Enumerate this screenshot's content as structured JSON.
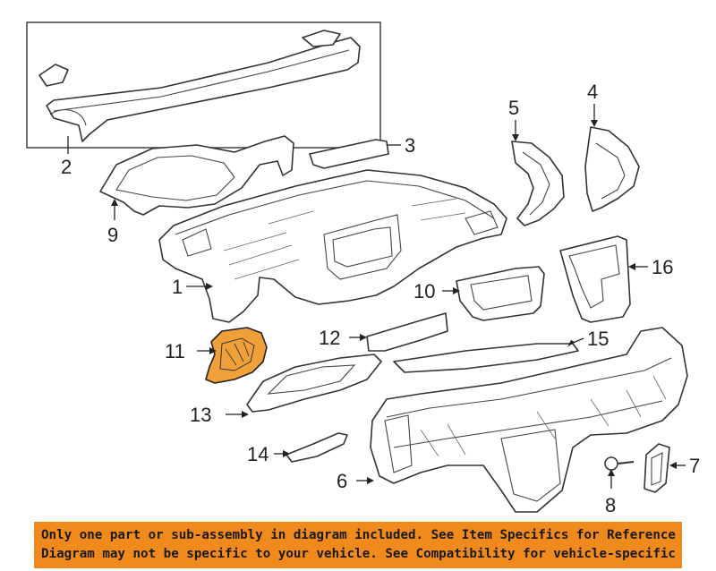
{
  "diagram": {
    "highlight_color": "#f0a038",
    "callouts": [
      {
        "id": "1",
        "label": "1"
      },
      {
        "id": "2",
        "label": "2"
      },
      {
        "id": "3",
        "label": "3"
      },
      {
        "id": "4",
        "label": "4"
      },
      {
        "id": "5",
        "label": "5"
      },
      {
        "id": "6",
        "label": "6"
      },
      {
        "id": "7",
        "label": "7"
      },
      {
        "id": "8",
        "label": "8"
      },
      {
        "id": "9",
        "label": "9"
      },
      {
        "id": "10",
        "label": "10"
      },
      {
        "id": "11",
        "label": "11"
      },
      {
        "id": "12",
        "label": "12"
      },
      {
        "id": "13",
        "label": "13"
      },
      {
        "id": "14",
        "label": "14"
      },
      {
        "id": "15",
        "label": "15"
      },
      {
        "id": "16",
        "label": "16"
      }
    ]
  },
  "footer": {
    "background": "#f08a1c",
    "line1": "Only one part or sub-assembly in diagram included. See Item Specifics for Reference #.",
    "line2": "Diagram may not be specific to your vehicle. See Compatibility for vehicle-specific diagrams."
  }
}
